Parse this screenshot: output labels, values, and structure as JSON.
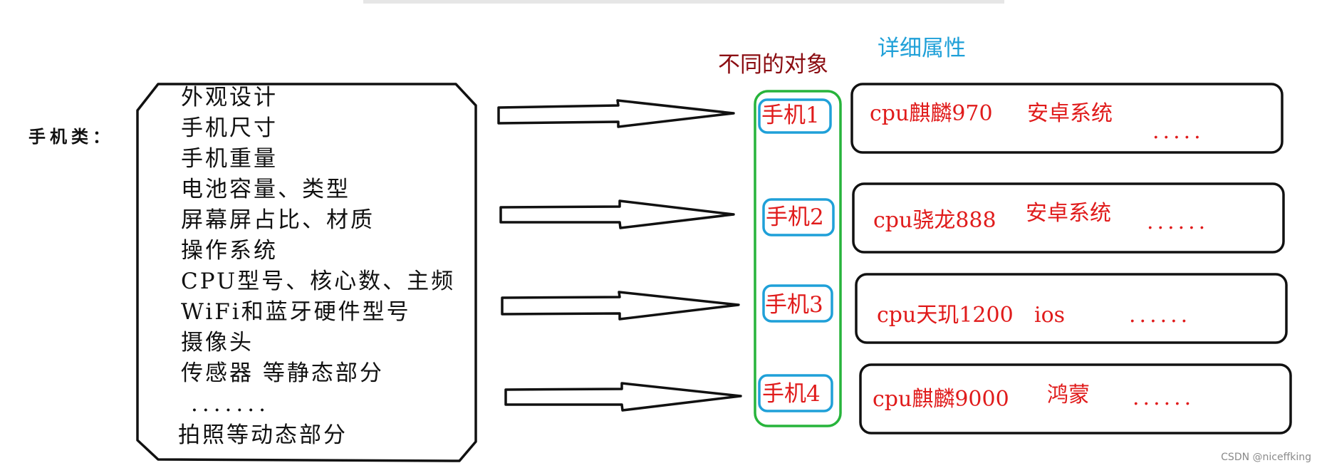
{
  "diagram": {
    "class_label": "手机类：",
    "attributes": [
      "外观设计",
      "手机尺寸",
      "手机重量",
      "电池容量、类型",
      "屏幕屏占比、材质",
      "操作系统",
      "CPU型号、核心数、主频",
      "WiFi和蓝牙硬件型号",
      "摄像头",
      "传感器 等静态部分",
      ".......",
      "拍照等动态部分"
    ],
    "objects_heading": "不同的对象",
    "details_heading": "详细属性",
    "objects": [
      "手机1",
      "手机2",
      "手机3",
      "手机4"
    ],
    "details": [
      {
        "cpu": "cpu麒麟970",
        "os": "安卓系统",
        "more": "....."
      },
      {
        "cpu": "cpu骁龙888",
        "os": "安卓系统",
        "more": "......"
      },
      {
        "cpu": "cpu天玑1200",
        "os": "ios",
        "more": "......"
      },
      {
        "cpu": "cpu麒麟9000",
        "os": "鸿蒙",
        "more": "......"
      }
    ],
    "watermark": "CSDN @niceffking",
    "colors": {
      "heading_objects": "#8b0d12",
      "heading_details": "#1fa0d8",
      "object_text": "#e01b1b",
      "object_border": "#1fa0d8",
      "group_border": "#27b43b",
      "line": "#111111"
    }
  }
}
